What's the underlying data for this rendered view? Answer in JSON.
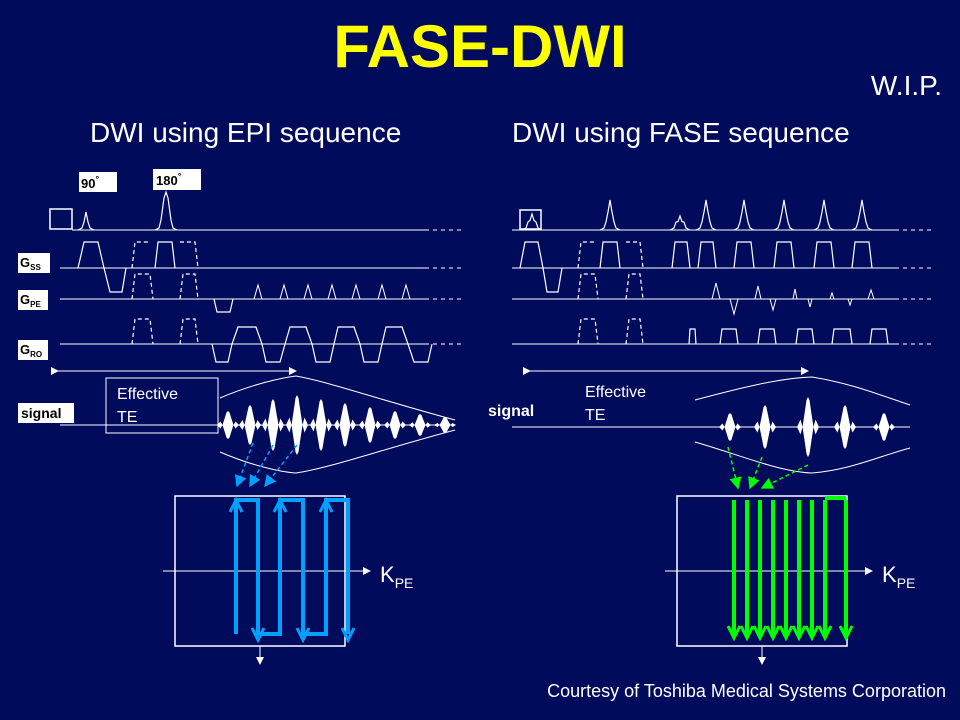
{
  "title": "FASE-DWI",
  "wip": "W.I.P.",
  "left": {
    "heading": "DWI using EPI sequence",
    "rf_90": "90",
    "rf_180": "180",
    "degree": "°",
    "g_ss": "G",
    "g_ss_sub": "SS",
    "g_pe": "G",
    "g_pe_sub": "PE",
    "g_ro": "G",
    "g_ro_sub": "RO",
    "signal": "signal",
    "effective_te_line1": "Effective",
    "effective_te_line2": "TE",
    "kpe": "K",
    "kpe_sub": "PE",
    "trace_color": "#00a0ff"
  },
  "right": {
    "heading": "DWI using FASE sequence",
    "signal": "signal",
    "effective_te_line1": "Effective",
    "effective_te_line2": "TE",
    "kpe": "K",
    "kpe_sub": "PE",
    "trace_color": "#00ff00"
  },
  "credit": "Courtesy of Toshiba Medical Systems Corporation"
}
